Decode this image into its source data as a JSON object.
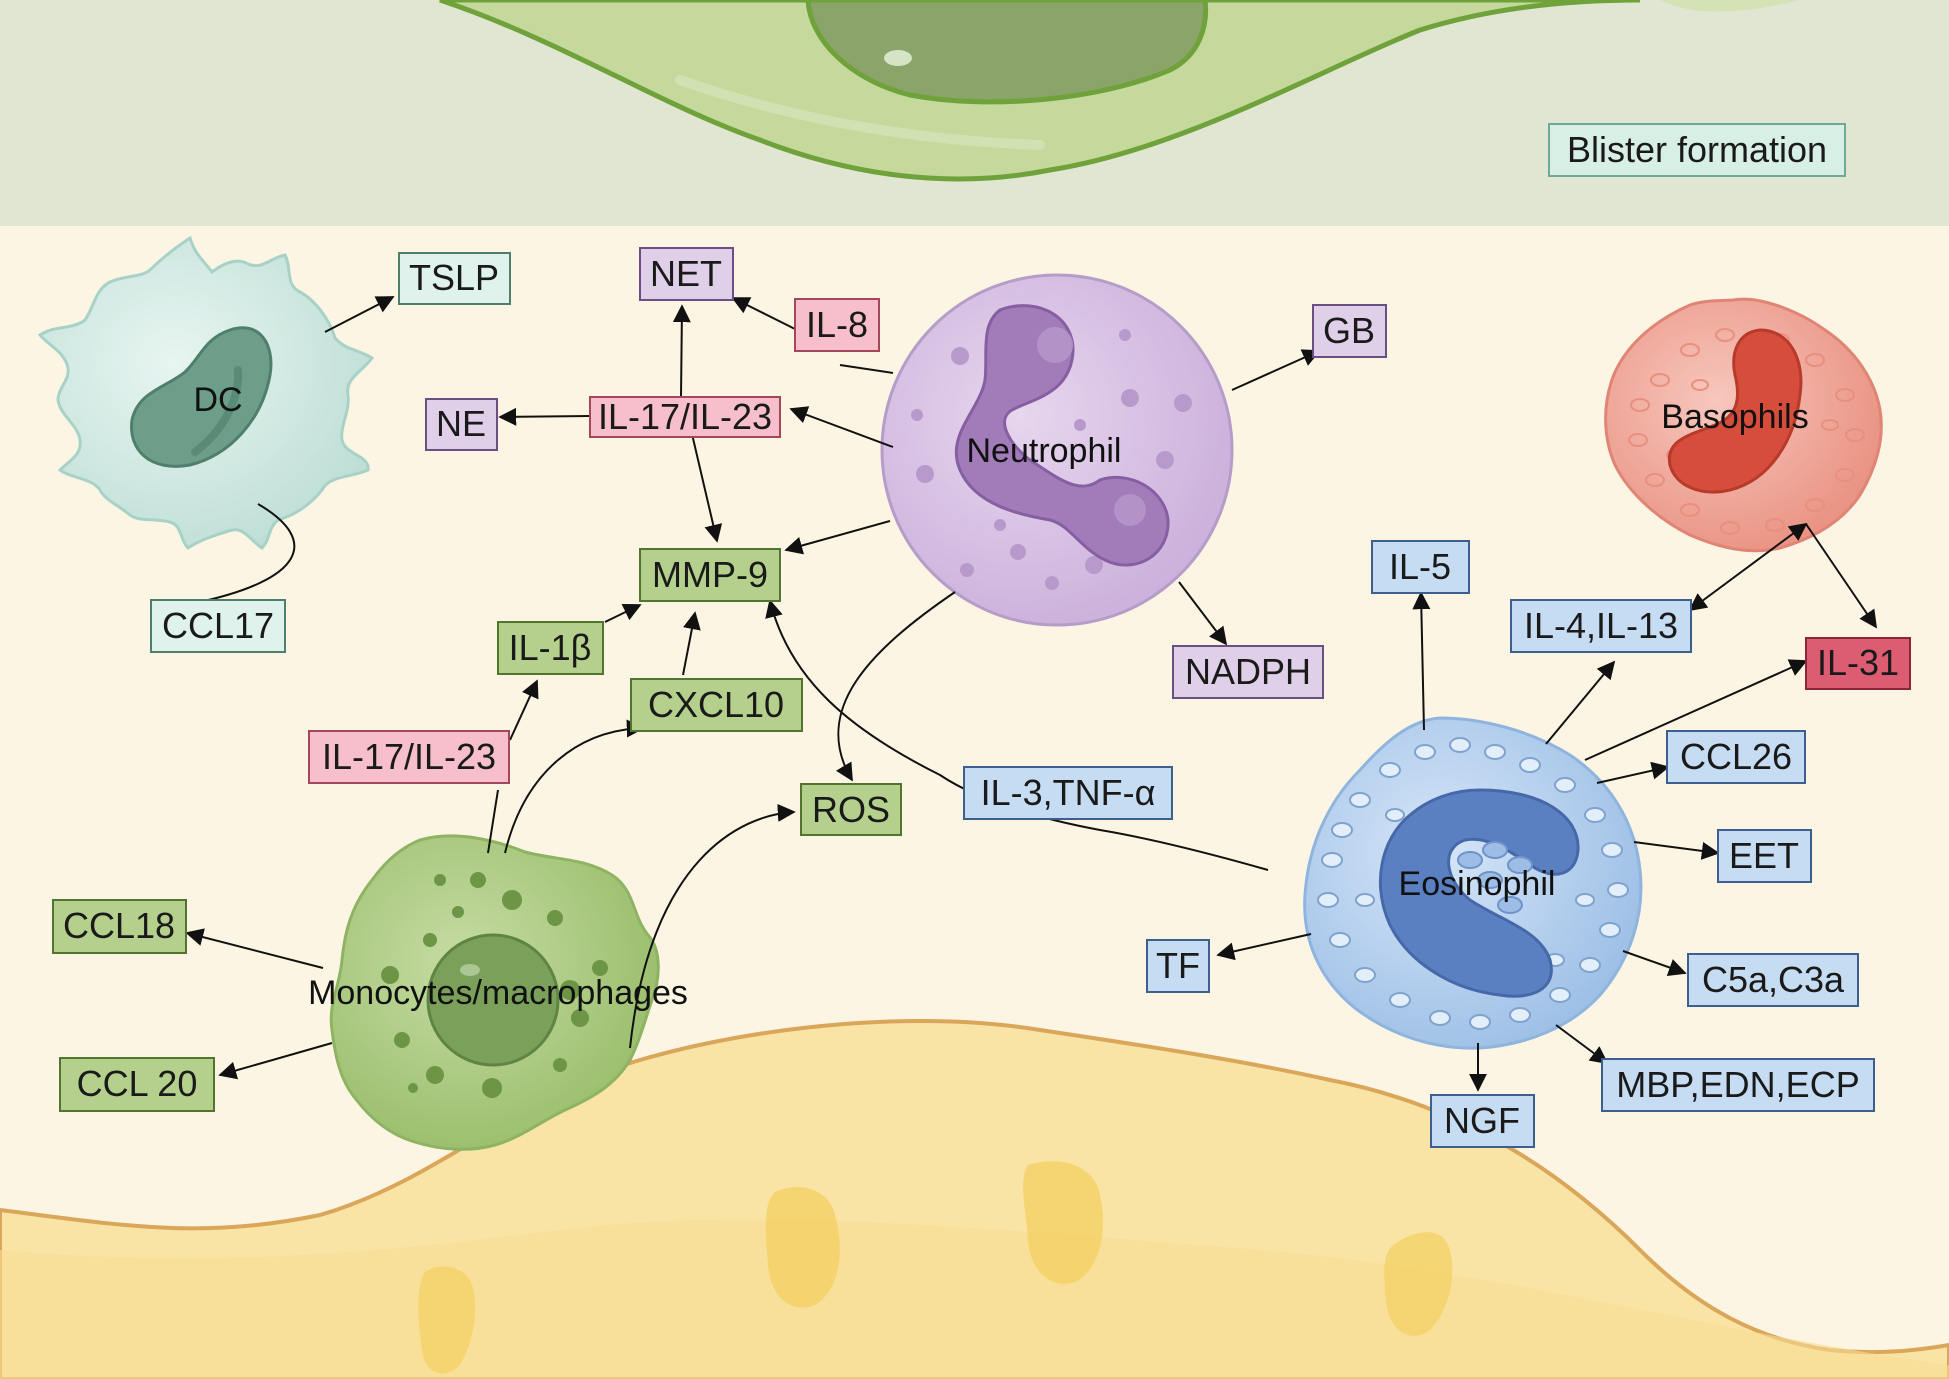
{
  "banner": {
    "label": "Blister formation"
  },
  "cells": {
    "dc": "DC",
    "neutrophil": "Neutrophil",
    "basophils": "Basophils",
    "eosinophil": "Eosinophil",
    "monocytes": "Monocytes/macrophages"
  },
  "labels": {
    "tslp": "TSLP",
    "ccl17": "CCL17",
    "net": "NET",
    "il8": "IL-8",
    "il17_23_top": "IL-17/IL-23",
    "ne": "NE",
    "mmp9": "MMP-9",
    "il1b": "IL-1β",
    "cxcl10": "CXCL10",
    "il17_23_low": "IL-17/IL-23",
    "ros": "ROS",
    "il3_tnfa": "IL-3,TNF-α",
    "gb": "GB",
    "nadph": "NADPH",
    "il5": "IL-5",
    "il4_il13": "IL-4,IL-13",
    "il31": "IL-31",
    "ccl26": "CCL26",
    "eet": "EET",
    "tf": "TF",
    "c5a_c3a": "C5a,C3a",
    "mbp_edn_ecp": "MBP,EDN,ECP",
    "ngf": "NGF",
    "ccl18": "CCL18",
    "ccl20": "CCL 20"
  },
  "colors": {
    "teal": "#e0f2ec",
    "lilac": "#e0cfe8",
    "pink": "#f6bfcb",
    "green": "#b5cf8c",
    "blue": "#c6dcf2",
    "red": "#dc5c72"
  }
}
